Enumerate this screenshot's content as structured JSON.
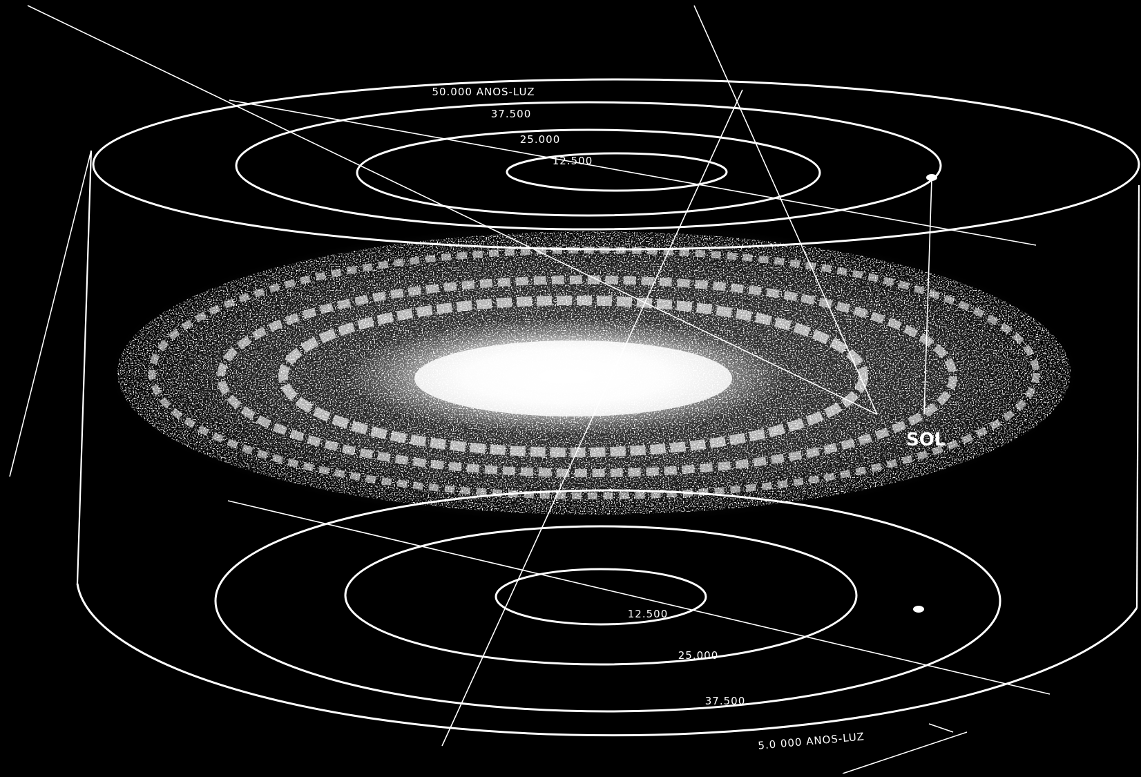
{
  "colors": {
    "background": "#000000",
    "foreground": "#ffffff"
  },
  "top_disc": {
    "labels": {
      "r50000": "50.000 ANOS-LUZ",
      "r37500": "37.500",
      "r25000": "25.000",
      "r12500": "12.500"
    }
  },
  "bottom_disc": {
    "labels": {
      "r12500": "12.500",
      "r25000": "25.000",
      "r37500": "37.500",
      "r50000": "5.0 000 ANOS-LUZ"
    }
  },
  "sun": {
    "label": "SOL"
  }
}
